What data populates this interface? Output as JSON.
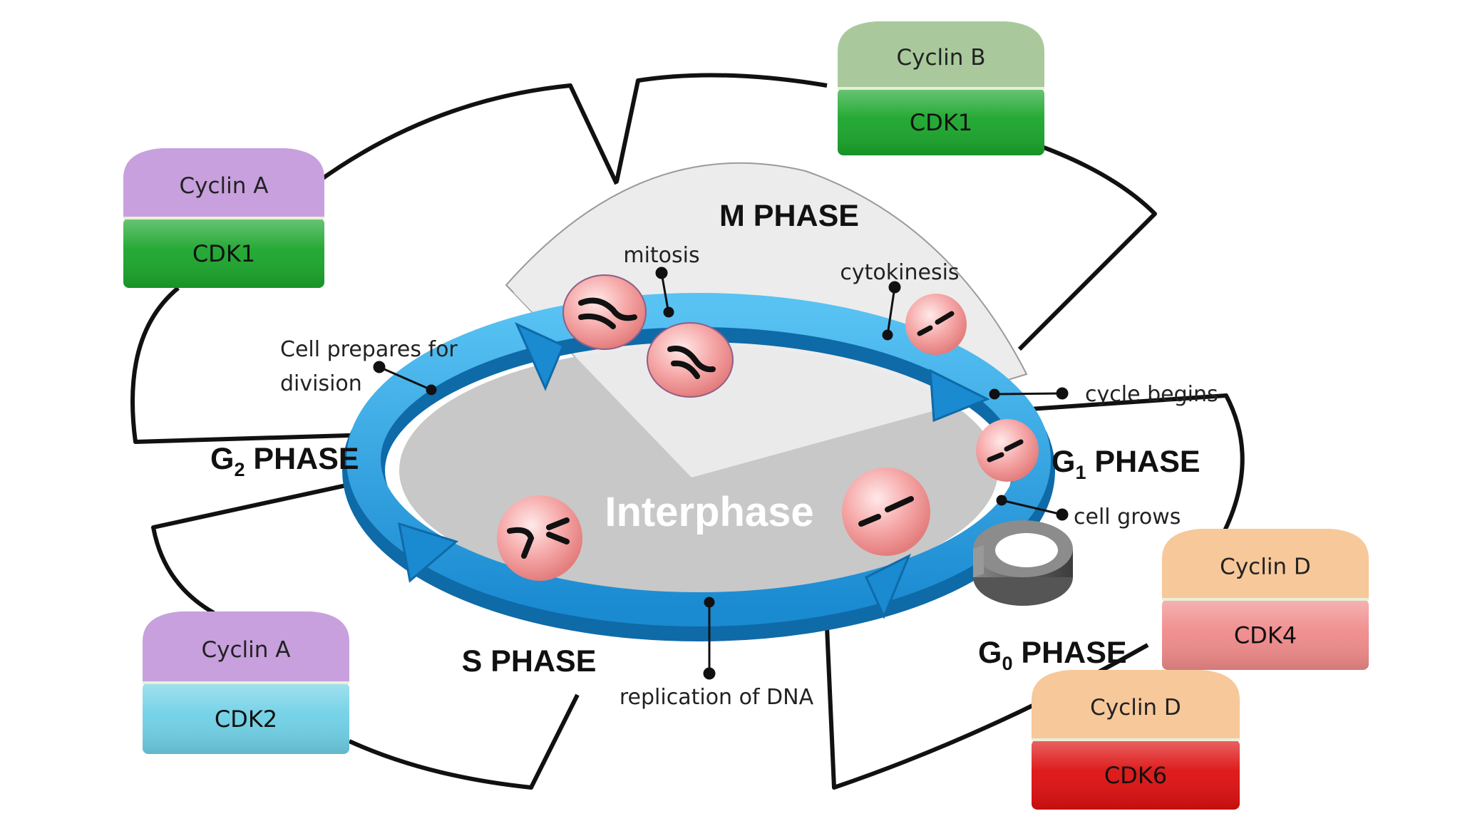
{
  "phases": {
    "m": "M PHASE",
    "g1_main": "G",
    "g1_sub": "1",
    "g1_rest": " PHASE",
    "g2_main": "G",
    "g2_sub": "2",
    "g2_rest": " PHASE",
    "g0_main": "G",
    "g0_sub": "0",
    "g0_rest": " PHASE",
    "s": "S PHASE"
  },
  "center_label": "Interphase",
  "annotations": {
    "mitosis": "mitosis",
    "cytokinesis": "cytokinesis",
    "cycle_begins": "cycle begins",
    "cell_grows": "cell grows",
    "prepares_line1": "Cell prepares for",
    "prepares_line2": "division",
    "replication": "replication of DNA"
  },
  "complexes": [
    {
      "cyclin": "Cyclin B",
      "cdk": "CDK1",
      "cyclin_color": "#a9c99d",
      "cdk_color": "#1aa52b"
    },
    {
      "cyclin": "Cyclin A",
      "cdk": "CDK1",
      "cyclin_color": "#c7a0dd",
      "cdk_color": "#1aa52b"
    },
    {
      "cyclin": "Cyclin A",
      "cdk": "CDK2",
      "cyclin_color": "#c7a0dd",
      "cdk_color": "#6fd0e6"
    },
    {
      "cyclin": "Cyclin D",
      "cdk": "CDK4",
      "cyclin_color": "#f7c89a",
      "cdk_color": "#f08a8a"
    },
    {
      "cyclin": "Cyclin D",
      "cdk": "CDK6",
      "cyclin_color": "#f7c89a",
      "cdk_color": "#dd1010"
    }
  ],
  "colors": {
    "ring": "#1e8fd6",
    "ring_dark": "#0f6aa8",
    "interphase_fill": "#c8c8c8",
    "mphase_fill": "#ececec",
    "cell": "#f4a7a7"
  },
  "icons": {
    "g0": "g0-ring-icon",
    "cell": "cell-icon",
    "chromosome": "chromosome-icon"
  }
}
